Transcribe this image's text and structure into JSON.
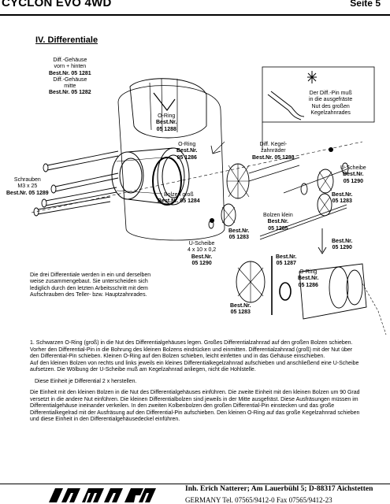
{
  "header": {
    "title": "CYCLON EVO 4WD",
    "page": "Seite  5"
  },
  "section_title": "IV.  Differentiale",
  "labels": {
    "diff_housing": [
      "Diff.-Gehäuse",
      "vorn + hinten",
      "Best.Nr. 05 1281",
      "Diff.-Gehäuse",
      "mitte",
      "Best.Nr. 05 1282"
    ],
    "oring_1288": [
      "O-Ring",
      "Best.Nr.",
      "05 1288"
    ],
    "oring_1286": [
      "O-Ring",
      "Best.Nr.",
      "05 1286"
    ],
    "screws": [
      "Schrauben",
      "M3 x 25",
      "Best.Nr. 05 1289"
    ],
    "pin_large": [
      "Bolzen groß",
      "Best.Nr. 05 1284"
    ],
    "bevel_gears": [
      "Diff. Kegel-",
      "zahnräder",
      "Best.Nr. 05 1283"
    ],
    "pin_note": [
      "Der Diff.-Pin muß",
      "in die ausgefräste",
      "Nut des großen",
      "Kegelzahnrades"
    ],
    "u_washer_right": [
      "U-Scheibe",
      "Best.Nr.",
      "05 1290"
    ],
    "gear_1283_right": [
      "Best.Nr.",
      "05 1283"
    ],
    "pin_small": [
      "Bolzen klein",
      "Best.Nr.",
      "05 1285"
    ],
    "gear_1283_mid": [
      "Best.Nr.",
      "05 1283"
    ],
    "u_washer_left": [
      "U-Scheibe",
      "4 x 10 x 0,2",
      "Best.Nr.",
      "05 1290"
    ],
    "washer_1290_right": [
      "Best.Nr.",
      "05 1290"
    ],
    "pin_1287": [
      "Best.Nr.",
      "05 1287"
    ],
    "oring_1286_b": [
      "O-Ring",
      "Best.Nr.",
      "05 1286"
    ],
    "gear_1283_bottom": [
      "Best.Nr.",
      "05 1283"
    ]
  },
  "note": "Die drei Differentiale werden in ein und derselben weise zusammengebaut. Sie unterscheiden sich lediglich durch den letzten Arbeitsschritt mit dem Aufschrauben des Teller- bzw. Hauptzahnrades.",
  "instructions": {
    "p1": "1. Schwarzen O-Ring (groß) in die Nut des Differentialgehäuses legen. Großes Differentialzahnrad auf den großen Bolzen schieben. Vorher den Differential-Pin in die Bohrung des kleinen Bolzens eindrücken und einmitten. Differentialzahnrad (groß) mit der Nut über den Differential-Pin schieben. Kleinen O-Ring auf den Bolzen schieben, leicht einfetten und in das Gehäuse einschieben.",
    "p2": "Auf den kleinen Bolzen von rechts und links jeweils ein kleines Differentialkegelzahnrad aufschieben und anschließend eine U-Scheibe aufsetzen. Die Wölbung der U-Scheibe muß am Kegelzahnrad anliegen, nicht die Hohlstelle.",
    "p3": "Diese Einheit je Differential 2 x herstellen.",
    "p4": "Die Einheit mit den kleinen Bolzen in die Nut des Differentialgehäuses einführen. Die zweite Einheit mit den kleinen Bolzen um 90 Grad versetzt in die andere Nut einführen. Die kleinen Differentialbolzen sind jeweils in der Mitte ausgefräst. Diese Ausfräsungen müssen im Differentialgehäuse ineinander verkeilen. In den zweiten Kolbenbolzen den großen Differential-Pin einstecken und das große Differentialkegelrad mit der Ausfräsung auf den Differential-Pin aufschieben. Den kleinen O-Ring auf das große Kegelzahnrad schieben und diese Einheit in den Differentialgehäusedeckel einführen."
  },
  "footer": {
    "logo_text": "JAMARA",
    "line1": "Inh. Erich Natterer; Am Lauerbühl 5; D-88317 Aichstetten",
    "line2": "GERMANY    Tel. 07565/9412-0  Fax 07565/9412-23"
  }
}
